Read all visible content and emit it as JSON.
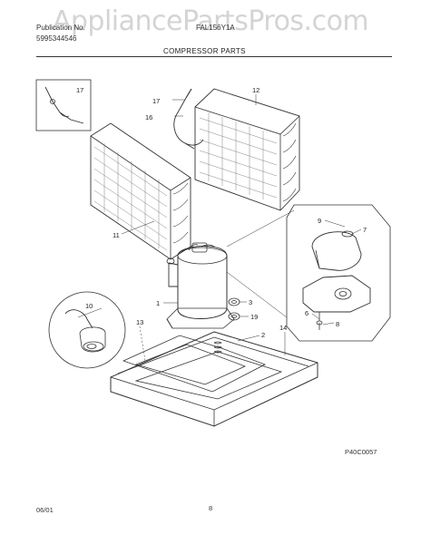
{
  "watermark": "AppliancePartsPros.com",
  "header": {
    "pub_label": "Publication No.",
    "pub_number": "5995344546",
    "model": "FAL156Y1A"
  },
  "title": "COMPRESSOR PARTS",
  "callouts": [
    "17",
    "12",
    "16",
    "11",
    "9",
    "7",
    "1",
    "3",
    "19",
    "10",
    "6",
    "8",
    "13",
    "2",
    "14"
  ],
  "diagram_code": "P40C0057",
  "footer": {
    "date": "06/01",
    "page": "8"
  }
}
